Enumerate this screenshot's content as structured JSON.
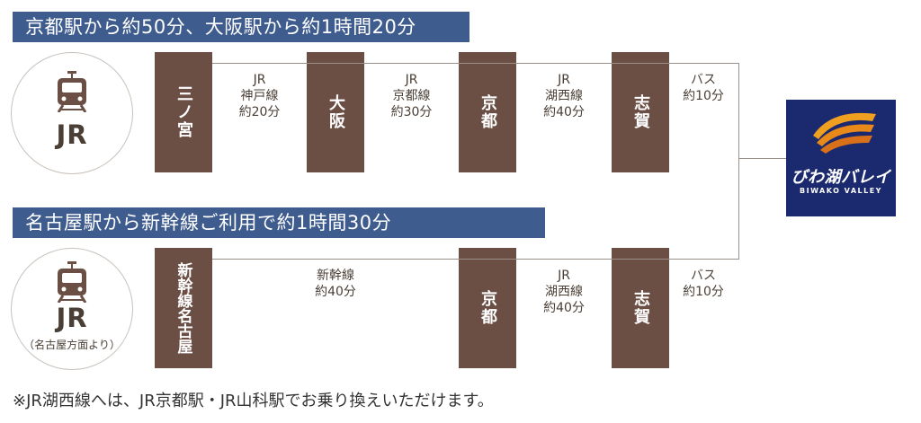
{
  "route1": {
    "banner": "京都駅から約50分、大阪駅から約1時間20分",
    "circle_label": "JR",
    "stations": [
      "三ノ宮",
      "大阪",
      "京都",
      "志賀"
    ],
    "segments": [
      [
        "JR",
        "神戸線",
        "約20分"
      ],
      [
        "JR",
        "京都線",
        "約30分"
      ],
      [
        "JR",
        "湖西線",
        "約40分"
      ],
      [
        "バス",
        "約10分"
      ]
    ]
  },
  "route2": {
    "banner": "名古屋駅から新幹線ご利用で約1時間30分",
    "circle_label": "JR",
    "circle_sub": "（名古屋方面より）",
    "stations": [
      "新幹線名古屋",
      "京都",
      "志賀"
    ],
    "segments": [
      [
        "新幹線",
        "約40分"
      ],
      [
        "JR",
        "湖西線",
        "約40分"
      ],
      [
        "バス",
        "約10分"
      ]
    ]
  },
  "destination": {
    "name_jp": "びわ湖バレイ",
    "name_en": "BIWAKO VALLEY"
  },
  "footnote": "※JR湖西線へは、JR京都駅・JR山科駅でお乗り換えいただけます。",
  "colors": {
    "banner": "#3f5c8f",
    "station": "#6b4f45",
    "logo_bg": "#1b2a6e",
    "logo_accent": "#f0a020"
  },
  "icons": [
    "train-icon"
  ]
}
